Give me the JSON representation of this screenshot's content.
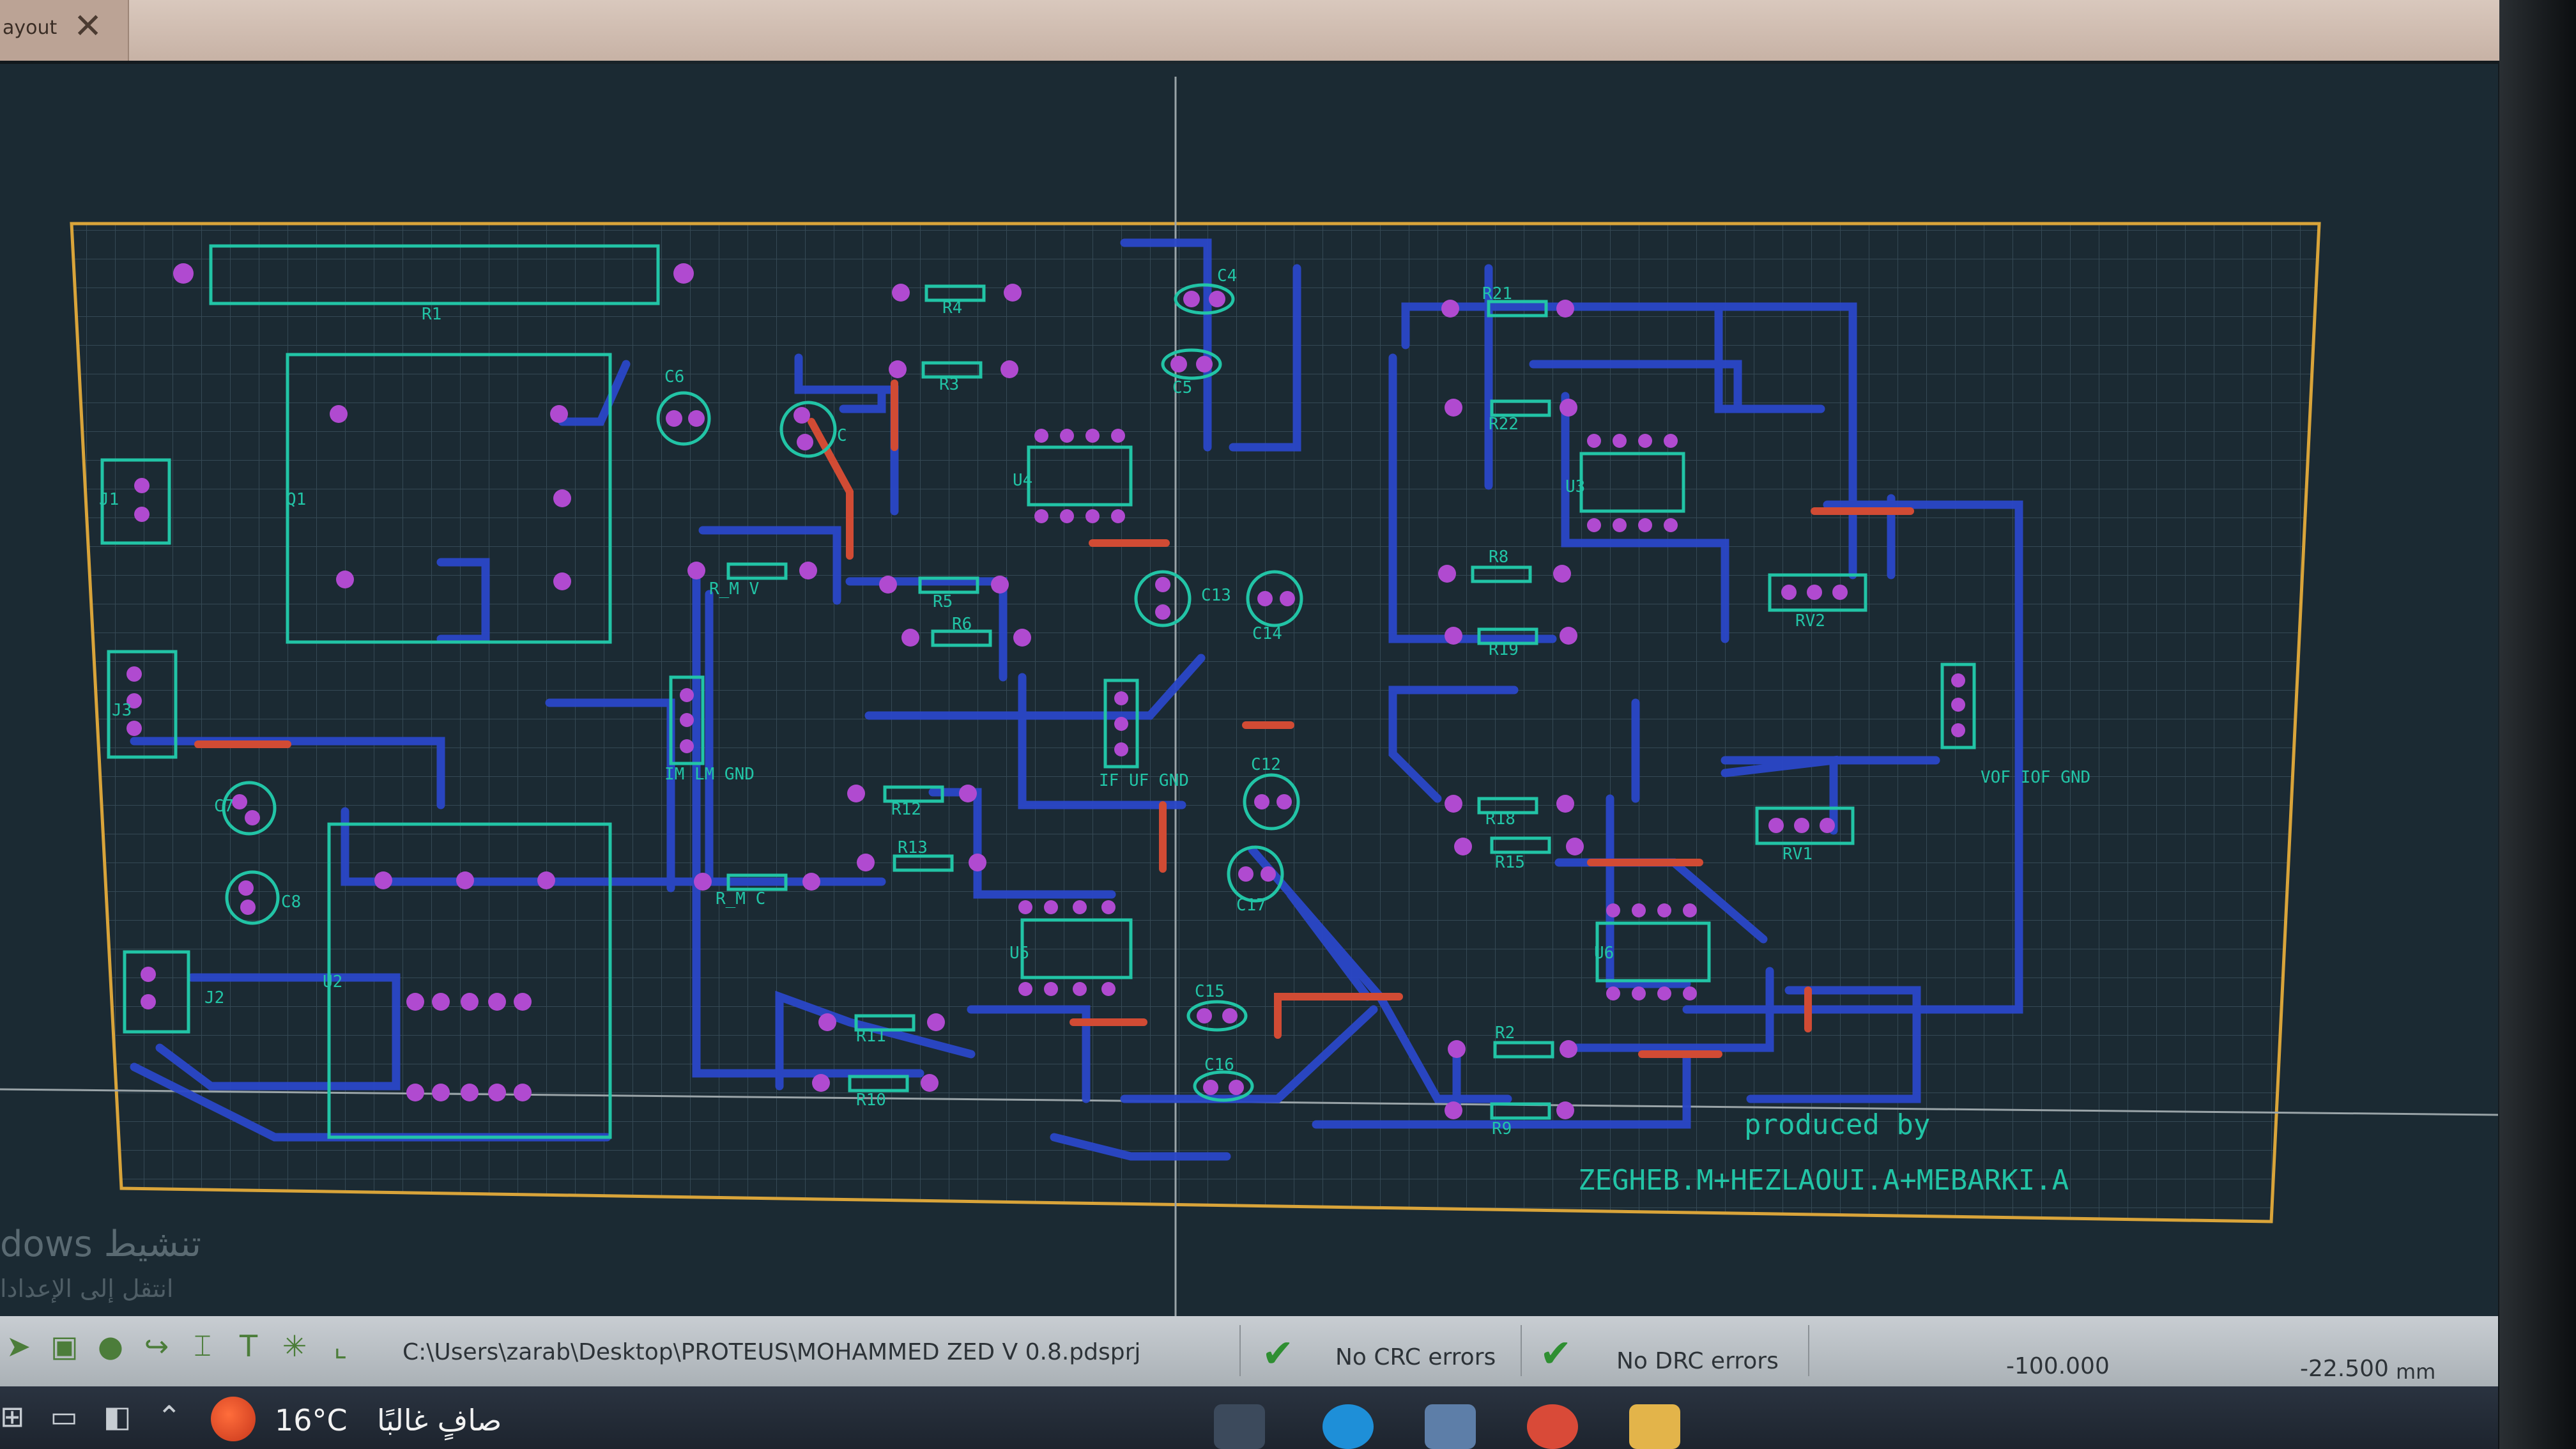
{
  "window": {
    "tab_label": "ayout",
    "close_glyph": "✕"
  },
  "pcb": {
    "components": [
      {
        "ref": "R1"
      },
      {
        "ref": "R4"
      },
      {
        "ref": "R3"
      },
      {
        "ref": "C4"
      },
      {
        "ref": "C5"
      },
      {
        "ref": "C6"
      },
      {
        "ref": "C"
      },
      {
        "ref": "R21"
      },
      {
        "ref": "R22"
      },
      {
        "ref": "U3"
      },
      {
        "ref": "U4"
      },
      {
        "ref": "Q1"
      },
      {
        "ref": "J1"
      },
      {
        "ref": "J3"
      },
      {
        "ref": "R_M V"
      },
      {
        "ref": "R5"
      },
      {
        "ref": "R6"
      },
      {
        "ref": "C13"
      },
      {
        "ref": "C14"
      },
      {
        "ref": "R8"
      },
      {
        "ref": "R19"
      },
      {
        "ref": "RV2"
      },
      {
        "ref": "IM LM GND"
      },
      {
        "ref": "IF UF GND"
      },
      {
        "ref": "VOF IOF GND"
      },
      {
        "ref": "C12"
      },
      {
        "ref": "R12"
      },
      {
        "ref": "R13"
      },
      {
        "ref": "R_M C"
      },
      {
        "ref": "C17"
      },
      {
        "ref": "R18"
      },
      {
        "ref": "R15"
      },
      {
        "ref": "RV1"
      },
      {
        "ref": "U5"
      },
      {
        "ref": "U6"
      },
      {
        "ref": "U2"
      },
      {
        "ref": "J2"
      },
      {
        "ref": "C8"
      },
      {
        "ref": "C7"
      },
      {
        "ref": "C15"
      },
      {
        "ref": "R11"
      },
      {
        "ref": "R10"
      },
      {
        "ref": "C16"
      },
      {
        "ref": "R2"
      },
      {
        "ref": "R9"
      }
    ],
    "credit_line_1": "produced by",
    "credit_line_2": "ZEGHEB.M+HEZLAOUI.A+MEBARKI.A",
    "colors": {
      "board_outline": "#d9a43a",
      "silkscreen": "#22c4a6",
      "pad": "#b04ad0",
      "bottom_copper": "#2a47c8",
      "top_copper": "#d14b34",
      "grid": "#3a4f5a"
    }
  },
  "watermark": {
    "line1": "dows تنشيط",
    "line2": "انتقل إلى الإعدادا"
  },
  "statusbar": {
    "project_path": "C:\\Users\\zarab\\Desktop\\PROTEUS\\MOHAMMED ZED V 0.8.pdsprj",
    "crc_status": "No CRC errors",
    "drc_status": "No DRC errors",
    "coord_x": "-100.000",
    "coord_y": "-22.500",
    "unit": "mm",
    "tool_icons": [
      "route-icon",
      "component-icon",
      "pad-icon",
      "track-icon",
      "dimension-icon",
      "text-icon",
      "marker-icon",
      "origin-icon"
    ]
  },
  "taskbar": {
    "temperature": "16°C",
    "weather": "صافٍ غالبًا"
  }
}
